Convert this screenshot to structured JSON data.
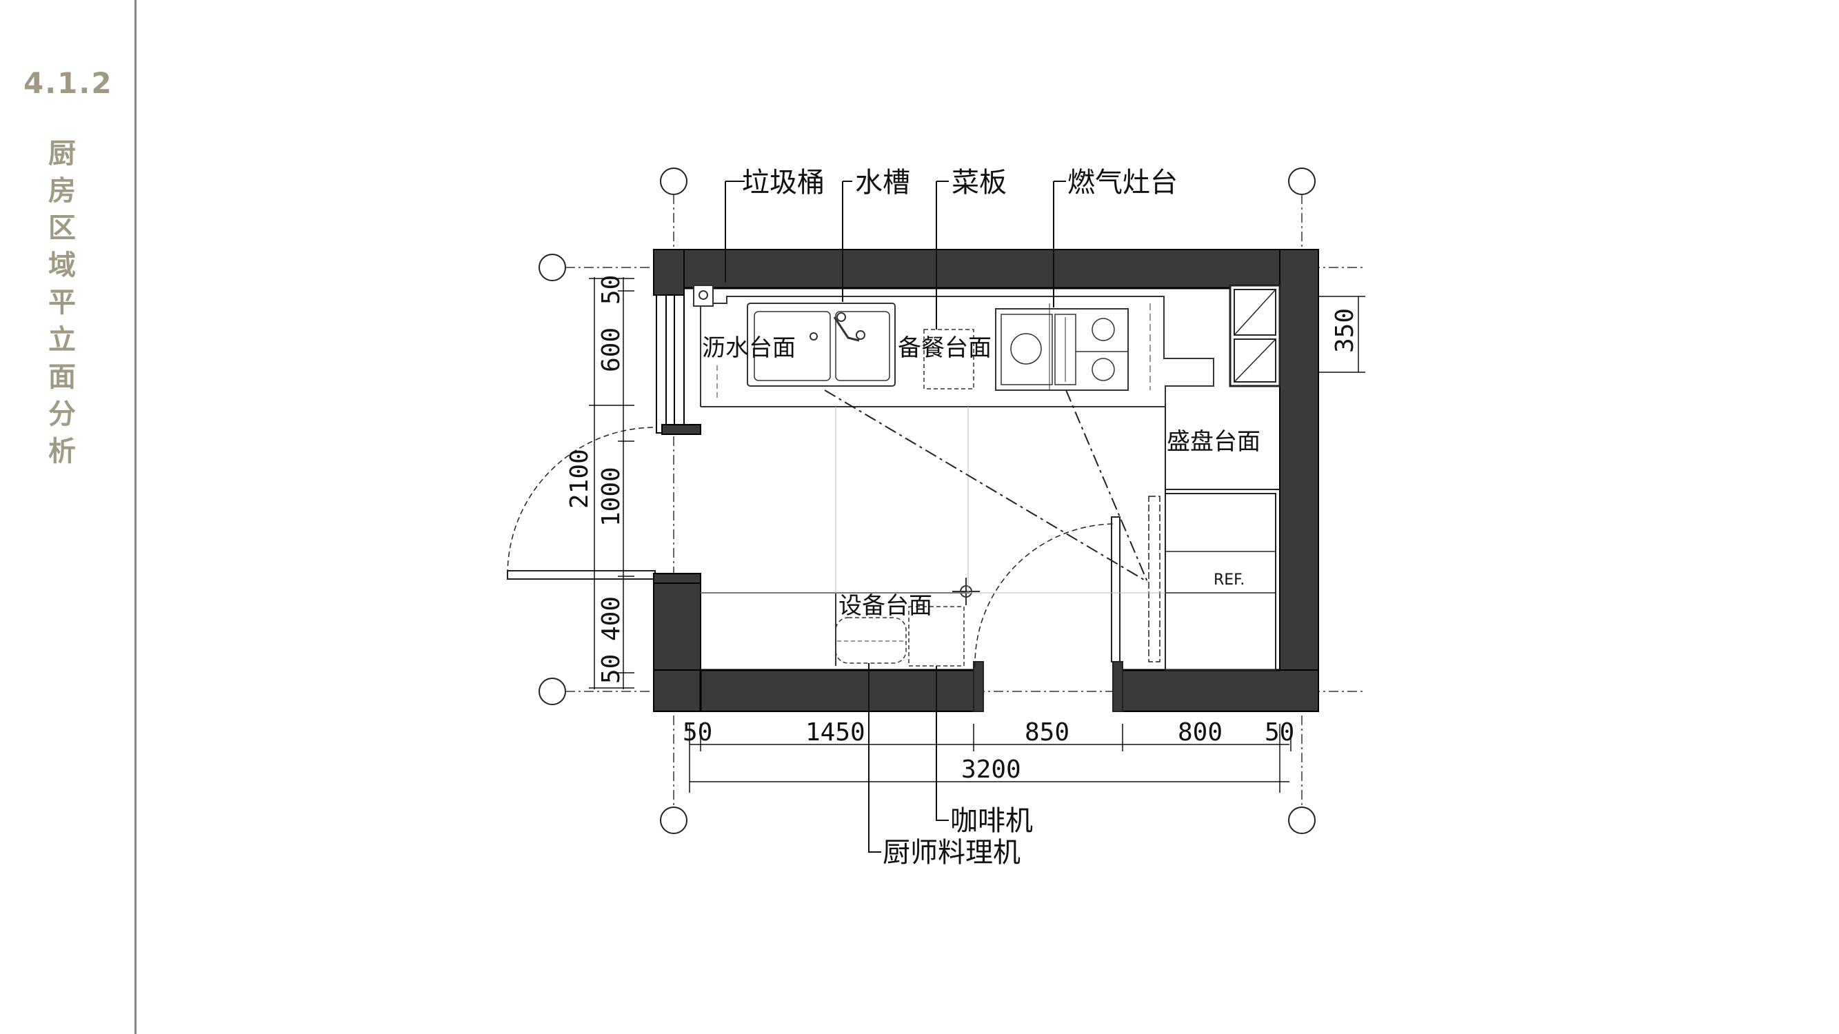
{
  "section": {
    "number": "4.1.2",
    "title": "厨房区域平立面分析"
  },
  "plan_labels": {
    "trash_bin": "垃圾桶",
    "sink": "水槽",
    "cutting_board": "菜板",
    "gas_stove": "燃气灶台",
    "drain_counter": "沥水台面",
    "prep_counter": "备餐台面",
    "plating_counter": "盛盘台面",
    "refrigerator": "REF.",
    "equipment_counter": "设备台面",
    "coffee_machine": "咖啡机",
    "chef_machine": "厨师料理机"
  },
  "dimensions": {
    "left_top": "50",
    "left_counter": "600",
    "left_total": "2100",
    "left_door": "1000",
    "left_lower": "400",
    "left_bottom": "50",
    "right_cabinet": "350",
    "bottom_a": "50",
    "bottom_b": "1450",
    "bottom_c": "850",
    "bottom_d": "800",
    "bottom_e": "50",
    "bottom_total": "3200"
  },
  "colors": {
    "accent": "#a09a82",
    "wall": "#3a3a3a",
    "rule": "#8a8a7a"
  }
}
